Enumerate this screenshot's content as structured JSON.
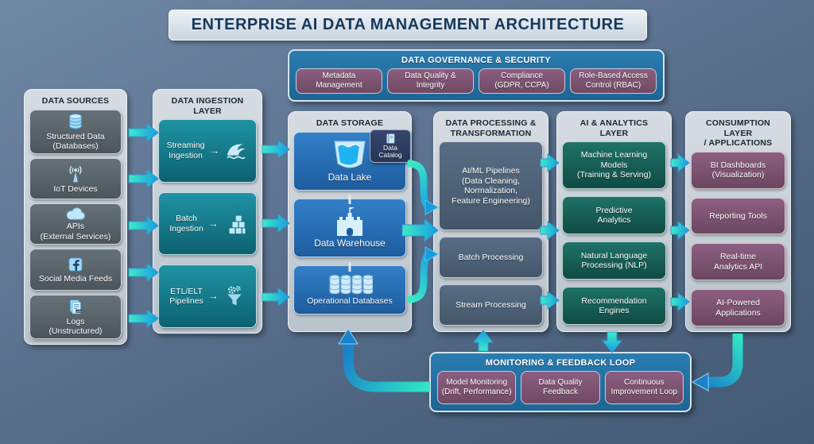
{
  "title": "ENTERPRISE AI DATA MANAGEMENT ARCHITECTURE",
  "governance": {
    "title": "DATA GOVERNANCE & SECURITY",
    "items": [
      {
        "line1": "Metadata",
        "line2": "Management"
      },
      {
        "line1": "Data Quality &",
        "line2": "Integrity"
      },
      {
        "line1": "Compliance",
        "line2": "(GDPR, CCPA)"
      },
      {
        "line1": "Role-Based Access",
        "line2": "Control (RBAC)"
      }
    ]
  },
  "sources": {
    "title": "DATA SOURCES",
    "items": [
      {
        "label": "Structured Data",
        "sub": "(Databases)",
        "icon": "database-icon"
      },
      {
        "label": "IoT Devices",
        "sub": "",
        "icon": "iot-antenna-icon"
      },
      {
        "label": "APIs",
        "sub": "(External Services)",
        "icon": "cloud-icon"
      },
      {
        "label": "Social Media Feeds",
        "sub": "",
        "icon": "facebook-icon"
      },
      {
        "label": "Logs",
        "sub": "(Unstructured)",
        "icon": "log-file-icon"
      }
    ]
  },
  "ingestion": {
    "title_line1": "DATA INGESTION",
    "title_line2": "LAYER",
    "arrow_glyph": "→",
    "items": [
      {
        "line1": "Streaming",
        "line2": "Ingestion",
        "icon": "wave-icon"
      },
      {
        "line1": "Batch",
        "line2": "Ingestion",
        "icon": "cubes-icon"
      },
      {
        "line1": "ETL/ELT",
        "line2": "Pipelines",
        "icon": "funnel-gears-icon"
      }
    ]
  },
  "storage": {
    "title": "DATA STORAGE",
    "items": [
      {
        "label": "Data Lake",
        "icon": "water-basin-icon",
        "badge_line1": "Data",
        "badge_line2": "Catalog",
        "badge_icon": "book-icon"
      },
      {
        "label": "Data Warehouse",
        "icon": "castle-icon"
      },
      {
        "label": "Operational Databases",
        "icon": "databases-row-icon"
      }
    ]
  },
  "processing": {
    "title_line1": "DATA PROCESSING &",
    "title_line2": "TRANSFORMATION",
    "items": [
      {
        "line1": "AI/ML Pipelines",
        "line2": "(Data Cleaning,",
        "line3": "Normalization,",
        "line4": "Feature Engineering)"
      },
      {
        "line1": "Batch Processing",
        "line2": ""
      },
      {
        "line1": "Stream Processing",
        "line2": ""
      }
    ]
  },
  "ai": {
    "title_line1": "AI & ANALYTICS",
    "title_line2": "LAYER",
    "items": [
      {
        "line1": "Machine Learning",
        "line2": "Models",
        "line3": "(Training & Serving)"
      },
      {
        "line1": "Predictive",
        "line2": "Analytics",
        "line3": ""
      },
      {
        "line1": "Natural Language",
        "line2": "Processing (NLP)",
        "line3": ""
      },
      {
        "line1": "Recommendation",
        "line2": "Engines",
        "line3": ""
      }
    ]
  },
  "consumption": {
    "title_line1": "CONSUMPTION LAYER",
    "title_line2": "/ APPLICATIONS",
    "items": [
      {
        "line1": "BI Dashboards",
        "line2": "(Visualization)"
      },
      {
        "line1": "Reporting Tools",
        "line2": ""
      },
      {
        "line1": "Real-time",
        "line2": "Analytics API"
      },
      {
        "line1": "AI-Powered",
        "line2": "Applications"
      }
    ]
  },
  "monitoring": {
    "title": "MONITORING & FEEDBACK LOOP",
    "items": [
      {
        "line1": "Model Monitoring",
        "line2": "(Drift, Performance)"
      },
      {
        "line1": "Data Quality",
        "line2": "Feedback"
      },
      {
        "line1": "Continuous",
        "line2": "Improvement Loop"
      }
    ]
  },
  "colors": {
    "arrow_cyan": "#3cecc8",
    "arrow_blue": "#189be0",
    "governance_bg": "#2a7cb0",
    "purple_box": "#8d5e80",
    "teal_box": "#1f93a4",
    "blue_box": "#3380c8",
    "slate_box": "#586d85",
    "green_box": "#1f7268",
    "mauve_box": "#8d5f81",
    "source_box": "#667279"
  }
}
